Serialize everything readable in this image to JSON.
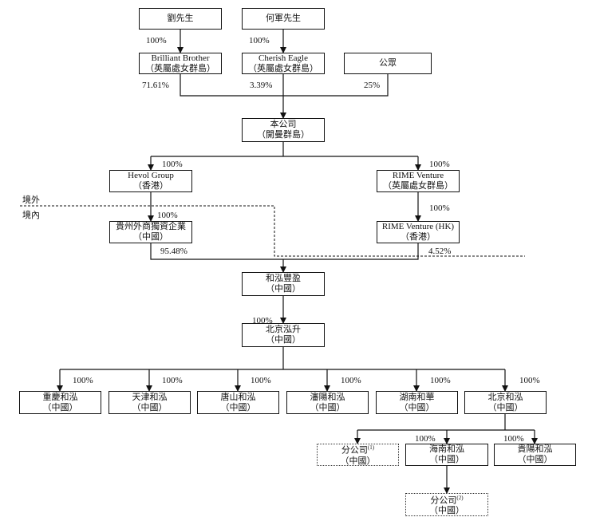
{
  "regions": {
    "offshore": "境外",
    "onshore": "境內"
  },
  "entities": {
    "liu": {
      "name": "劉先生"
    },
    "he": {
      "name": "何軍先生"
    },
    "brilliant": {
      "name": "Brilliant Brother",
      "sub": "（英屬處女群島）"
    },
    "cherish": {
      "name": "Cherish Eagle",
      "sub": "（英屬處女群島）"
    },
    "public": {
      "name": "公眾"
    },
    "company": {
      "name": "本公司",
      "sub": "（開曼群島）"
    },
    "hevol": {
      "name": "Hevol Group",
      "sub": "（香港）"
    },
    "rime": {
      "name": "RIME Venture",
      "sub": "（英屬處女群島）"
    },
    "guizhou": {
      "name": "貴州外商獨資企業",
      "sub": "（中國）"
    },
    "rimehk": {
      "name": "RIME Venture (HK)",
      "sub": "（香港）"
    },
    "hefeng": {
      "name": "和泓豐盈",
      "sub": "（中國）"
    },
    "bjhs": {
      "name": "北京泓升",
      "sub": "（中國）"
    },
    "cq": {
      "name": "重慶和泓",
      "sub": "（中國）"
    },
    "tj": {
      "name": "天津和泓",
      "sub": "（中國）"
    },
    "ts": {
      "name": "唐山和泓",
      "sub": "（中國）"
    },
    "py": {
      "name": "瀋陽和泓",
      "sub": "（中國）"
    },
    "hn": {
      "name": "湖南和華",
      "sub": "（中國）"
    },
    "bjhh": {
      "name": "北京和泓",
      "sub": "（中國）"
    },
    "fgs1": {
      "name": "分公司",
      "note": "(1)",
      "sub": "（中國）"
    },
    "hainan": {
      "name": "海南和泓",
      "sub": "（中國）"
    },
    "guiyang": {
      "name": "貴陽和泓",
      "sub": "（中國）"
    },
    "fgs2": {
      "name": "分公司",
      "note": "(2)",
      "sub": "（中國）"
    }
  },
  "percentages": {
    "liu_brilliant": "100%",
    "he_cherish": "100%",
    "brilliant_company": "71.61%",
    "cherish_company": "3.39%",
    "public_company": "25%",
    "company_hevol": "100%",
    "company_rime": "100%",
    "hevol_guizhou": "100%",
    "rime_rimehk": "100%",
    "guizhou_hefeng": "95.48%",
    "rimehk_hefeng": "4.52%",
    "hefeng_bjhs": "100%",
    "bjhs_cq": "100%",
    "bjhs_tj": "100%",
    "bjhs_ts": "100%",
    "bjhs_py": "100%",
    "bjhs_hn": "100%",
    "bjhs_bjhh": "100%",
    "bjhh_hainan": "100%",
    "bjhh_guiyang": "100%"
  }
}
